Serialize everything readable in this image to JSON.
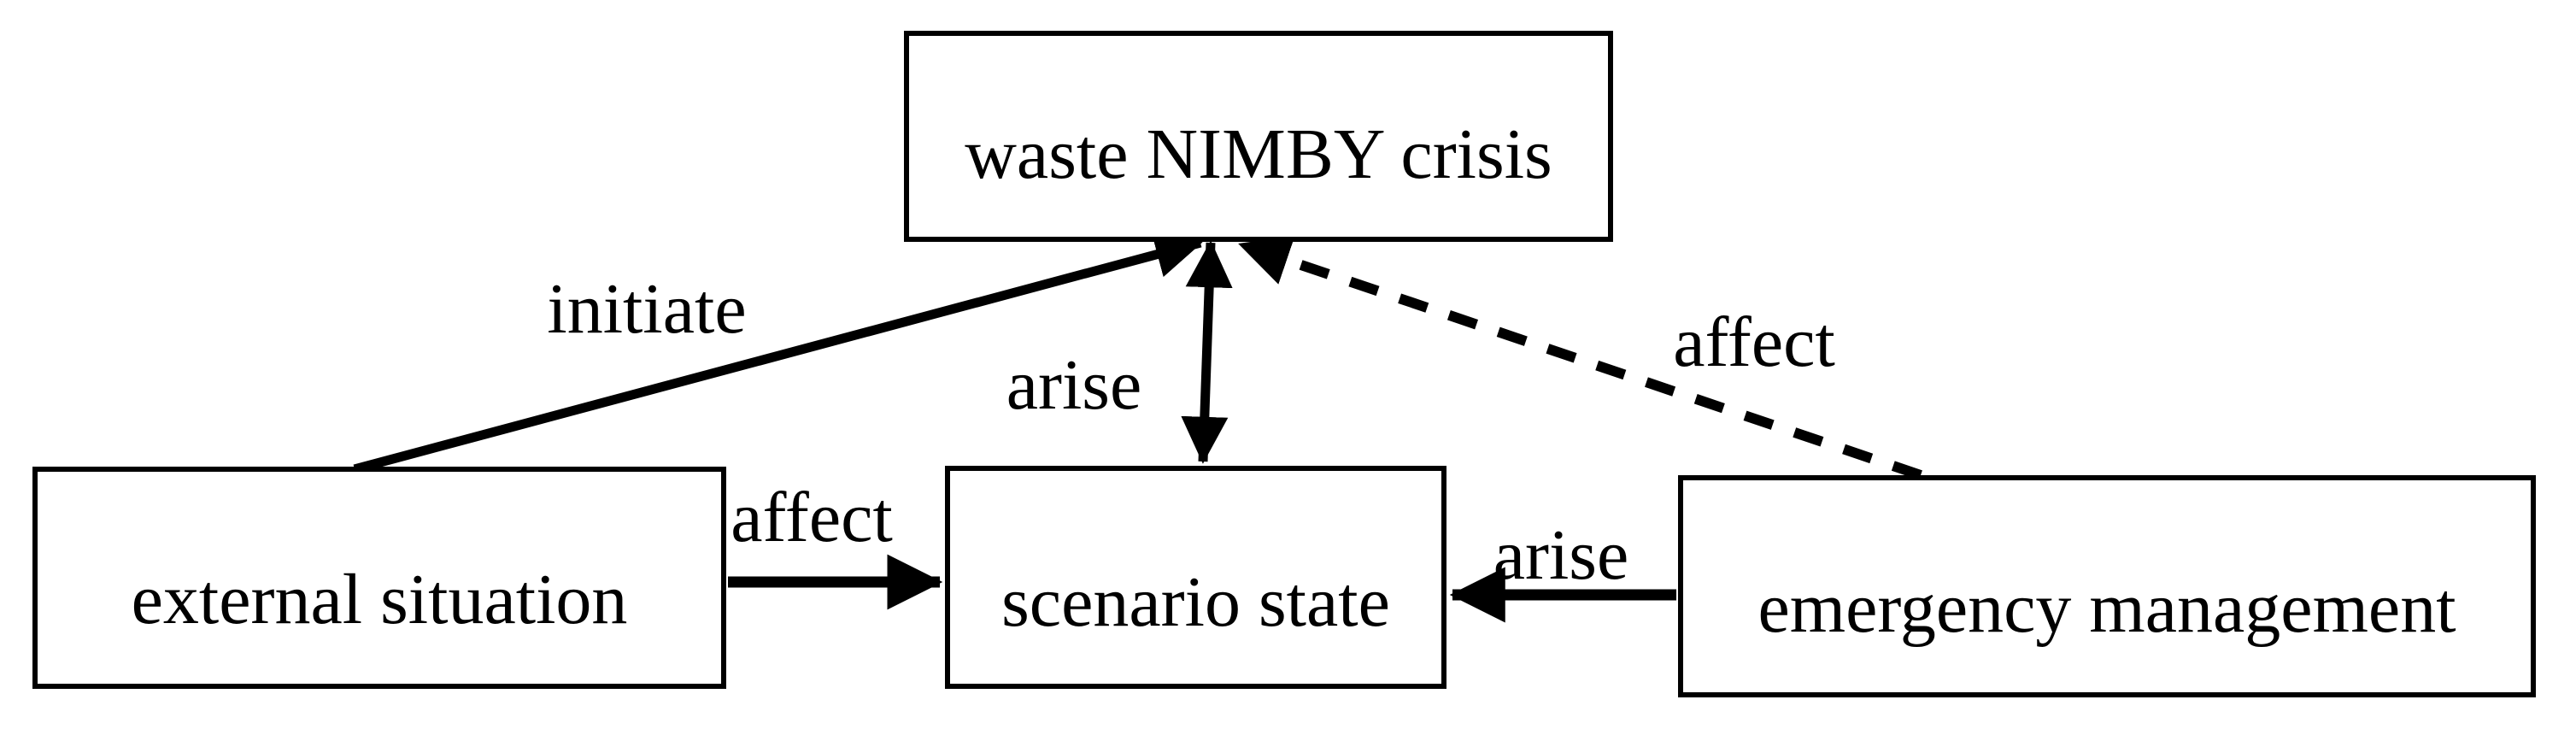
{
  "diagram": {
    "title": "waste NIMBY crisis scenario relationship diagram",
    "colors": {
      "line": "#000000",
      "text": "#000000",
      "background": "#ffffff"
    },
    "nodes": [
      {
        "id": "crisis",
        "label": "waste NIMBY crisis"
      },
      {
        "id": "external",
        "label": "external situation"
      },
      {
        "id": "scenario",
        "label": "scenario state"
      },
      {
        "id": "emergency",
        "label": "emergency management"
      }
    ],
    "edges": [
      {
        "from": "external",
        "to": "crisis",
        "label": "initiate",
        "style": "solid",
        "direction": "single"
      },
      {
        "from": "crisis",
        "to": "scenario",
        "label": "arise",
        "style": "solid",
        "direction": "double"
      },
      {
        "from": "emergency",
        "to": "crisis",
        "label": "affect",
        "style": "dashed",
        "direction": "single"
      },
      {
        "from": "external",
        "to": "scenario",
        "label": "affect",
        "style": "solid",
        "direction": "single"
      },
      {
        "from": "emergency",
        "to": "scenario",
        "label": "arise",
        "style": "solid",
        "direction": "single"
      }
    ]
  }
}
